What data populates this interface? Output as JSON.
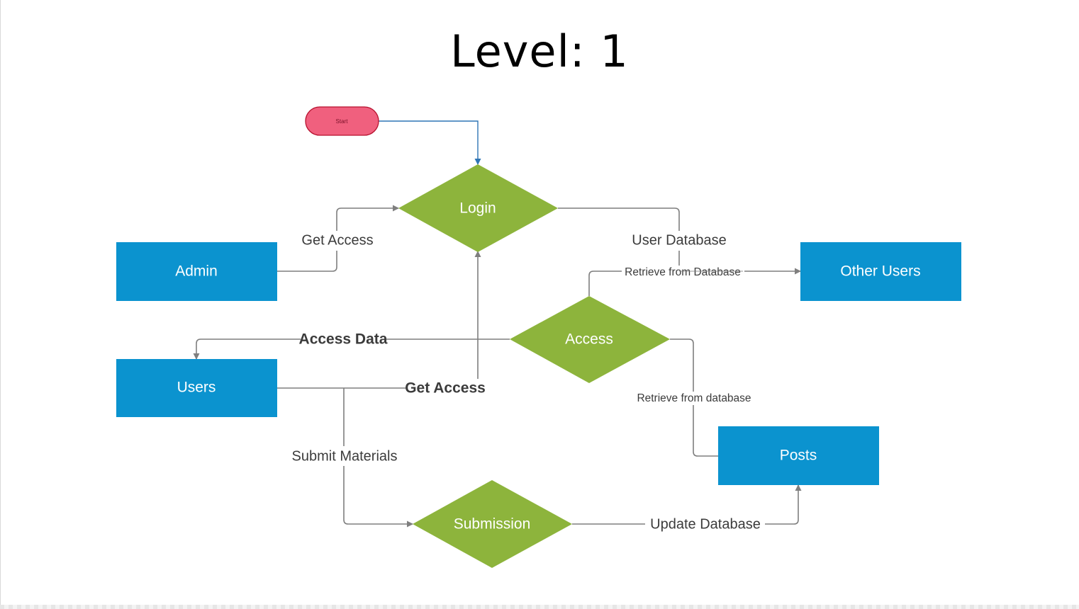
{
  "title": "Level: 1",
  "colors": {
    "process_box": "#0b93cf",
    "decision": "#8db43c",
    "start": "#f0607e",
    "connector": "#7f7f7f",
    "start_connector": "#2f75b5"
  },
  "nodes": {
    "start": "Start",
    "login": "Login",
    "admin": "Admin",
    "other_users": "Other Users",
    "access": "Access",
    "users": "Users",
    "posts": "Posts",
    "submission": "Submission"
  },
  "edges": {
    "admin_login": "Get Access",
    "login_user_db": "User Database",
    "retrieve_from_database": "Retrieve from Database",
    "access_data": "Access Data",
    "users_get_access": "Get Access",
    "retrieve_posts": "Retrieve from database",
    "submit_materials": "Submit Materials",
    "update_database": "Update Database"
  }
}
